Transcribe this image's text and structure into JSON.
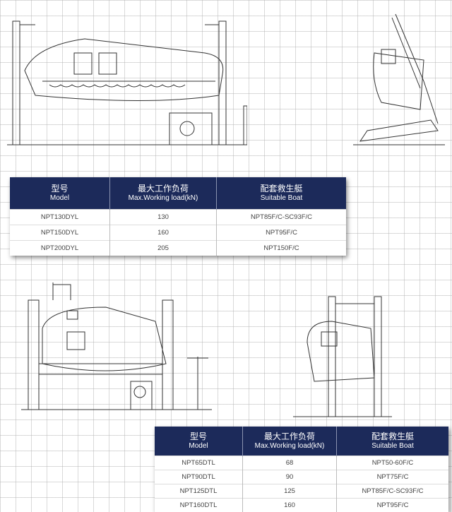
{
  "table1": {
    "headers": [
      {
        "zh": "型号",
        "en": "Model"
      },
      {
        "zh": "最大工作负荷",
        "en": "Max.Working load(kN)"
      },
      {
        "zh": "配套救生艇",
        "en": "Suitable Boat"
      }
    ],
    "rows": [
      [
        "NPT130DYL",
        "130",
        "NPT85F/C-SC93F/C"
      ],
      [
        "NPT150DYL",
        "160",
        "NPT95F/C"
      ],
      [
        "NPT200DYL",
        "205",
        "NPT150F/C"
      ]
    ]
  },
  "table2": {
    "headers": [
      {
        "zh": "型号",
        "en": "Model"
      },
      {
        "zh": "最大工作负荷",
        "en": "Max.Working load(kN)"
      },
      {
        "zh": "配套救生艇",
        "en": "Suitable Boat"
      }
    ],
    "rows": [
      [
        "NPT65DTL",
        "68",
        "NPT50-60F/C"
      ],
      [
        "NPT90DTL",
        "90",
        "NPT75F/C"
      ],
      [
        "NPT125DTL",
        "125",
        "NPT85F/C-SC93F/C"
      ],
      [
        "NPT160DTL",
        "160",
        "NPT95F/C"
      ]
    ]
  }
}
